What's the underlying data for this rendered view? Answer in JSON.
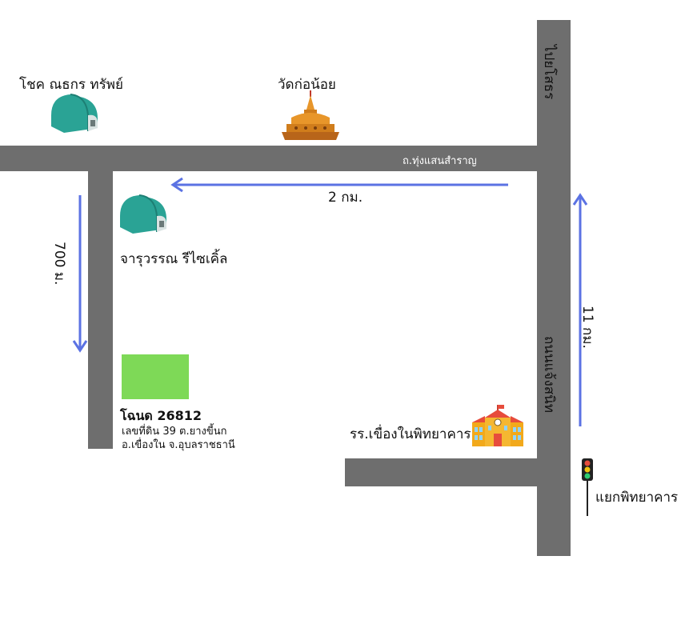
{
  "places": {
    "chok": "โชค ณธกร ทรัพย์",
    "temple": "วัดก่อน้อย",
    "recycle": "จารุวรรณ รีไซเคิ้ล",
    "school": "รร.เขื่องในพิทยาคาร",
    "intersection": "แยกพิทยาคาร"
  },
  "roads": {
    "top_road": "ถ.ทุ่งแสนสำราญ",
    "to_yasothon": "ไปยโสธร",
    "main_road": "ถนนแจ้งสนิท"
  },
  "distances": {
    "top": "2 กม.",
    "left": "700 ม.",
    "right": "11 กม."
  },
  "plot": {
    "title": "โฉนด 26812",
    "line1": "เลขที่ดิน 39 ต.ยางขี้นก",
    "line2": "อ.เขื่องใน จ.อุบลราชธานี"
  },
  "colors": {
    "road": "#6e6e6e",
    "arrow": "#5b72e3",
    "plot": "#7ed957",
    "warehouse": "#2aa395",
    "temple": "#e8962a",
    "school": "#f5b731"
  },
  "icons": [
    "warehouse-icon",
    "temple-icon",
    "school-icon",
    "traffic-light-icon"
  ]
}
